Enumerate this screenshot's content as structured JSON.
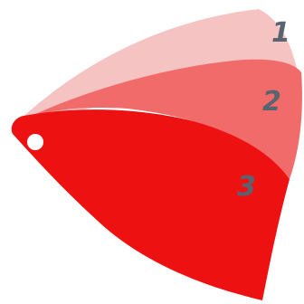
{
  "diagram": {
    "layers": [
      {
        "label": "1",
        "color": "#f6c3c3"
      },
      {
        "label": "2",
        "color": "#f26b6b"
      },
      {
        "label": "3",
        "color": "#ee1111"
      }
    ],
    "hole_color": "#ffffff",
    "label_color": "#5a6470"
  }
}
